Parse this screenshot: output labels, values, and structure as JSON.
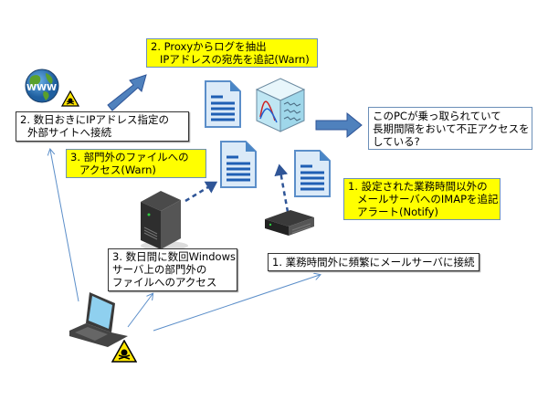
{
  "boxes": {
    "proxy": [
      "2. Proxyからログを抽出",
      "IPアドレスの宛先を追記(Warn)"
    ],
    "external": [
      "2. 数日おきにIPアドレス指定の",
      "外部サイトへ接続"
    ],
    "conclusion": [
      "このPCが乗っ取られていて",
      "長期間隔をおいて不正アクセスを",
      "している?"
    ],
    "dept_warn": [
      "3. 部門外のファイルへの",
      "アクセス(Warn)"
    ],
    "imap_notify": [
      "1. 設定された業務時間以外の",
      "メールサーバへのIMAPを追記",
      "アラート(Notify)"
    ],
    "windows": [
      "3. 数日間に数回Windows",
      "サーバ上の部門外の",
      "ファイルへのアクセス"
    ],
    "mail": [
      "1. 業務時間外に頻繁にメールサーバに接続"
    ]
  },
  "icons": {
    "globe_text": "WWW"
  },
  "colors": {
    "highlight": "#ffff00",
    "arrow_blue": "#4f81bd",
    "thin_line": "#5b8ec9"
  }
}
